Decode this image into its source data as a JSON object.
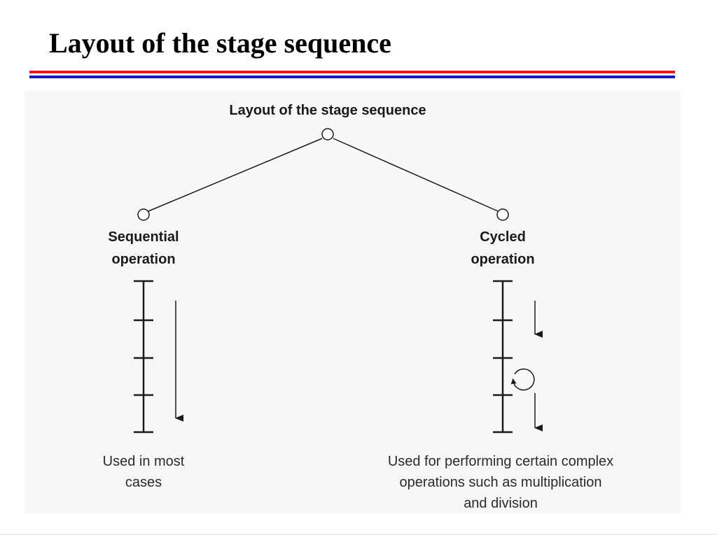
{
  "slide": {
    "title": "Layout of the stage sequence"
  },
  "diagram": {
    "title": "Layout of the stage sequence",
    "left_branch": {
      "label_line1": "Sequential",
      "label_line2": "operation",
      "caption_line1": "Used in most",
      "caption_line2": "cases",
      "stages": 4
    },
    "right_branch": {
      "label_line1": "Cycled",
      "label_line2": "operation",
      "caption_line1": "Used for performing certain complex",
      "caption_line2": "operations such as multiplication",
      "caption_line3": "and division",
      "stages": 4
    }
  },
  "colors": {
    "rule_top": "#e02020",
    "rule_bottom": "#1a1ab0",
    "ink": "#1a1a1a",
    "panel": "#f7f7f7"
  }
}
